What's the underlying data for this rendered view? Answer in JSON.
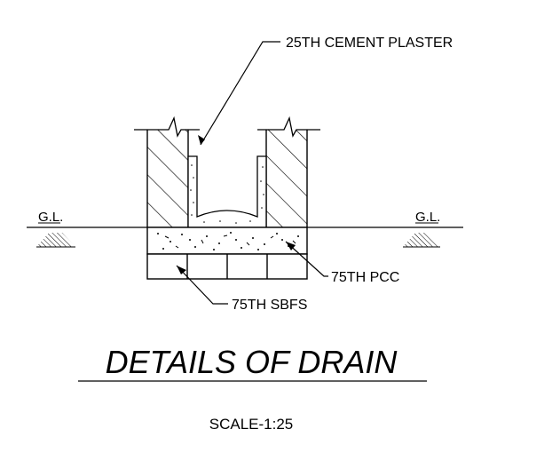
{
  "labels": {
    "cement_plaster": "25TH CEMENT PLASTER",
    "pcc": "75TH PCC",
    "sbfs": "75TH SBFS",
    "gl_left": "G.L.",
    "gl_right": "G.L."
  },
  "title": "DETAILS OF DRAIN",
  "scale": "SCALE-1:25"
}
